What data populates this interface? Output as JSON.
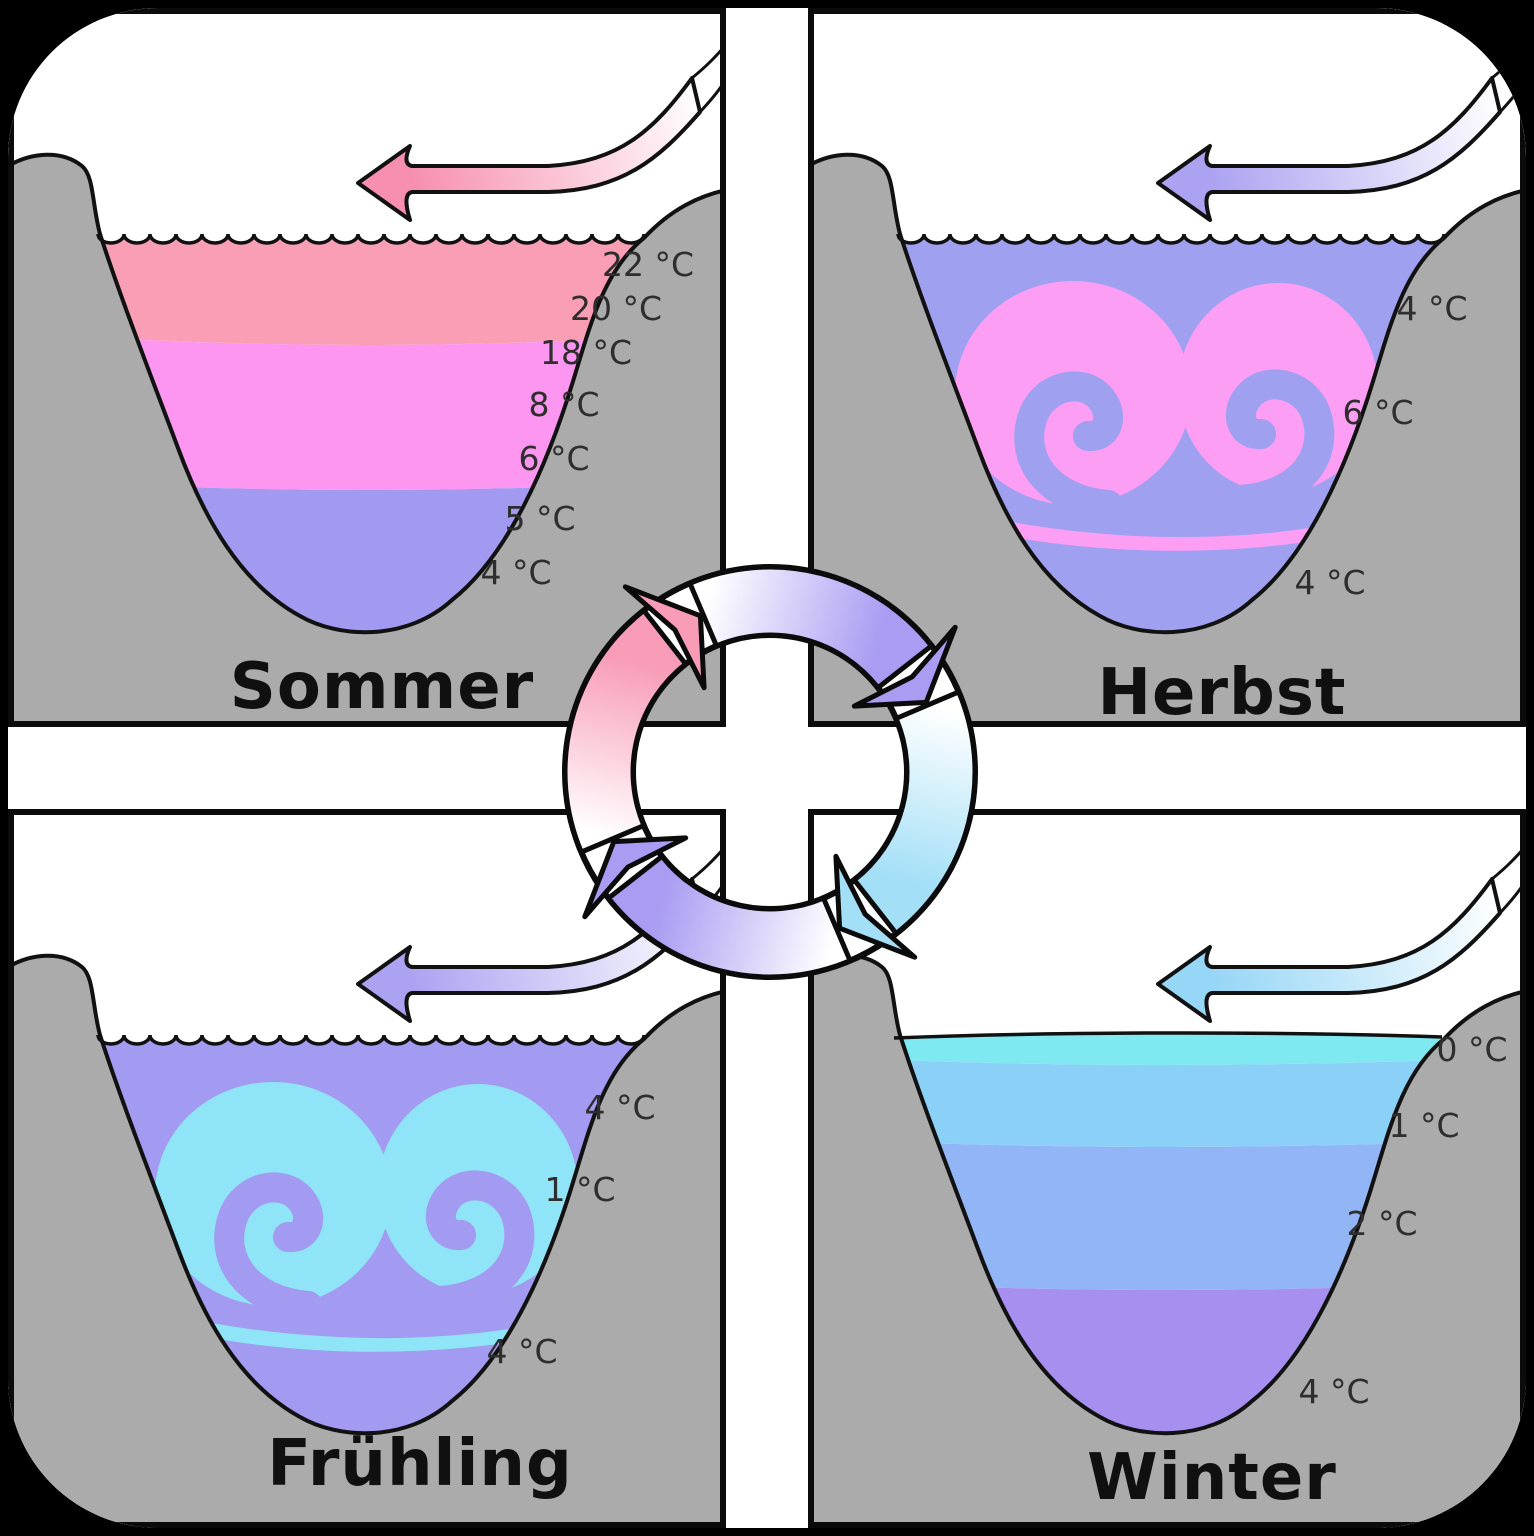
{
  "quadrants": [
    {
      "season": "Sommer",
      "position": "top-left",
      "wind_color": "#f78fb0",
      "temps": [
        "22 °C",
        "20 °C",
        "18 °C",
        "8 °C",
        "6 °C",
        "5 °C",
        "4 °C"
      ],
      "layers": [
        {
          "label": "22 °C",
          "color": "#f99eb5"
        },
        {
          "label": "18 °C",
          "color": "#fc96f0"
        },
        {
          "label": "4 °C",
          "color": "#a29af1"
        }
      ]
    },
    {
      "season": "Herbst",
      "position": "top-right",
      "wind_color": "#aba3f1",
      "temps": [
        "4 °C",
        "6 °C",
        "4 °C"
      ],
      "base_color": "#a0a0f1",
      "swirl_color": "#fd9ef5"
    },
    {
      "season": "Frühling",
      "position": "bottom-left",
      "wind_color": "#aba3f1",
      "temps": [
        "4 °C",
        "1 °C",
        "4 °C"
      ],
      "base_color": "#a39af1",
      "swirl_color": "#8fe4f8"
    },
    {
      "season": "Winter",
      "position": "bottom-right",
      "wind_color": "#96d6f6",
      "temps": [
        "0 °C",
        "1 °C",
        "2 °C",
        "4 °C"
      ],
      "layers": [
        {
          "label": "0 °C",
          "color": "#7fe9f2"
        },
        {
          "label": "1 °C",
          "color": "#8bd0f7"
        },
        {
          "label": "2 °C",
          "color": "#92b5f6"
        },
        {
          "label": "4 °C",
          "color": "#a78ff0"
        }
      ]
    }
  ],
  "cycle": {
    "direction": "clockwise",
    "arrows": [
      {
        "from": "Frühling",
        "to": "Sommer",
        "color": "#f89cb8"
      },
      {
        "from": "Sommer",
        "to": "Herbst",
        "color": "#a99cf2"
      },
      {
        "from": "Herbst",
        "to": "Winter",
        "color": "#a3dff7"
      },
      {
        "from": "Winter",
        "to": "Frühling",
        "color": "#a99cf2"
      }
    ]
  },
  "palette": {
    "land": "#ababab",
    "sky": "#ffffff",
    "outline": "#111111",
    "frame": "#000000"
  }
}
